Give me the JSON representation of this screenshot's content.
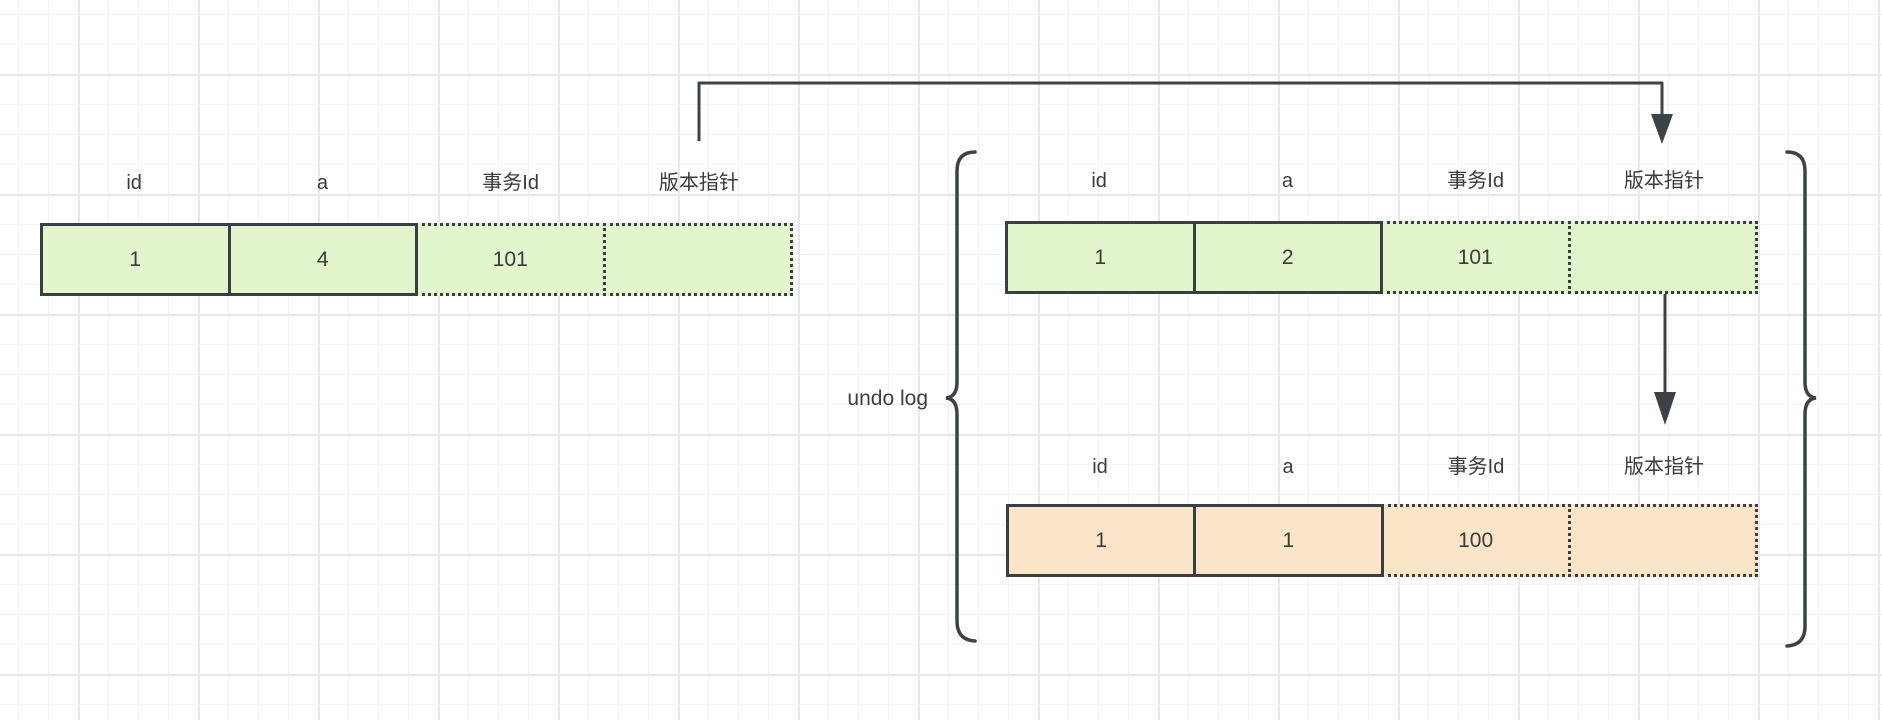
{
  "canvas": {
    "background": "#ffffff",
    "grid_minor_color": "#f2f2f5",
    "grid_major_color": "#e7e7ec"
  },
  "colors": {
    "record_green_fill": "#e3f5cc",
    "undo_orange_fill": "#fae5c9",
    "shape_border": "#393e44",
    "arrow": "#3e4247",
    "text": "#3b3b3b"
  },
  "labels": {
    "undo_log": "undo log"
  },
  "record_tables": {
    "current": {
      "headers": [
        "id",
        "a",
        "事务Id",
        "版本指针"
      ],
      "values": [
        "1",
        "4",
        "101",
        ""
      ]
    },
    "undo_version_1": {
      "headers": [
        "id",
        "a",
        "事务Id",
        "版本指针"
      ],
      "values": [
        "1",
        "2",
        "101",
        ""
      ]
    },
    "undo_version_2": {
      "headers": [
        "id",
        "a",
        "事务Id",
        "版本指针"
      ],
      "values": [
        "1",
        "1",
        "100",
        ""
      ]
    }
  }
}
